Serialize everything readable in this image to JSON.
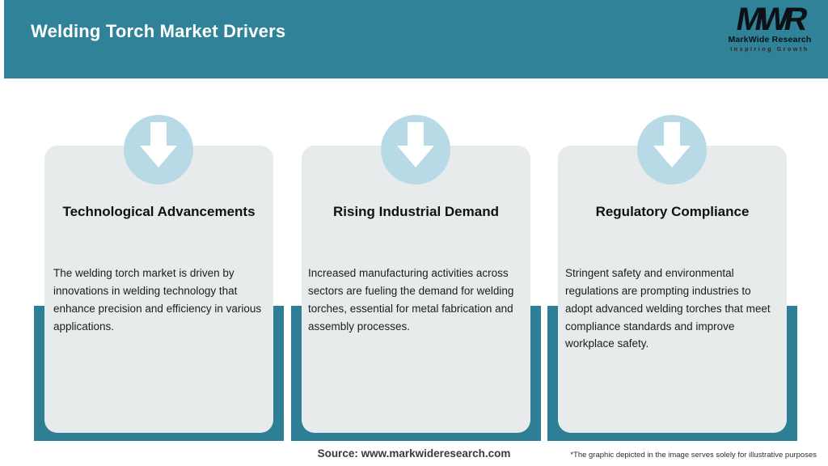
{
  "header": {
    "title": "Welding Torch Market Drivers",
    "logo": {
      "acronym": "MWR",
      "name": "MarkWide Research",
      "tagline": "Inspiring Growth"
    }
  },
  "cards": [
    {
      "title": "Technological Advancements",
      "description": "The welding torch market is driven by innovations in welding technology that enhance precision and efficiency in various applications."
    },
    {
      "title": "Rising Industrial Demand",
      "description": "Increased manufacturing activities across sectors are fueling the demand for welding torches, essential for metal fabrication and assembly processes."
    },
    {
      "title": "Regulatory Compliance",
      "description": "Stringent safety and environmental regulations are prompting industries to adopt advanced welding torches that meet compliance standards and improve workplace safety."
    }
  ],
  "footer": {
    "source": "Source: www.markwideresearch.com",
    "disclaimer": "*The graphic depicted in the image serves solely for illustrative purposes"
  },
  "icons": [
    {
      "name": "down-arrow-icon",
      "shape": "block-arrow-down",
      "color": "#ffffff"
    }
  ],
  "colors": {
    "header_teal": "#2F8298",
    "backing_teal": "#2E7E95",
    "circle_blue": "#B8D9E6",
    "card_gray": "#E8EBEC",
    "title_text": "#111111",
    "body_text": "#1c1c1c",
    "logo_black": "#0c1116",
    "logo_tagline_maroon": "#431b1b"
  }
}
